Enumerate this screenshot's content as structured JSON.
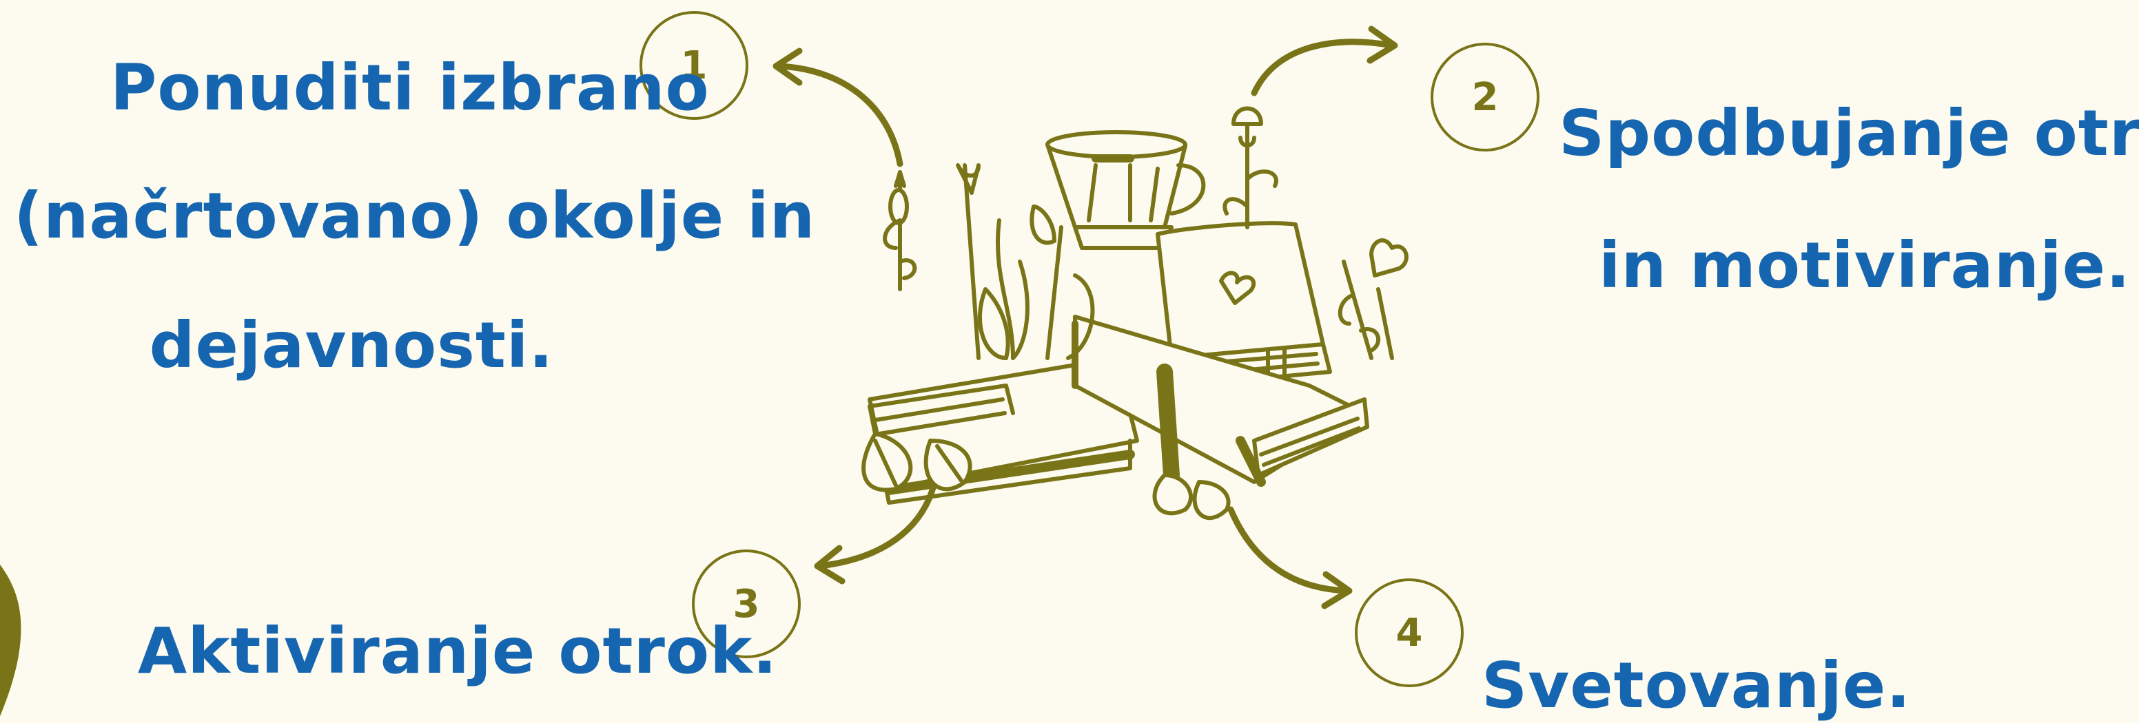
{
  "colors": {
    "background": "#fdfbef",
    "text": "#1565b0",
    "accent": "#7a7418"
  },
  "center_illustration": {
    "icon": "books-teacup-flowers-illustration"
  },
  "steps": [
    {
      "number": "1",
      "lines": [
        "Ponuditi izbrano",
        "(načrtovano) okolje in",
        "dejavnosti."
      ]
    },
    {
      "number": "2",
      "lines": [
        "Spodbujanje otrok",
        "in motiviranje."
      ]
    },
    {
      "number": "3",
      "lines": [
        "Aktiviranje otrok."
      ]
    },
    {
      "number": "4",
      "lines": [
        "Svetovanje."
      ]
    }
  ]
}
